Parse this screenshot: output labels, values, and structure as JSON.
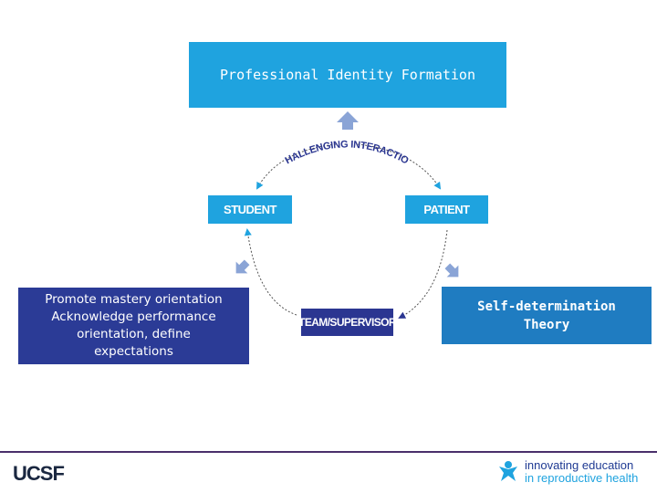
{
  "diagram": {
    "top_box": "Professional Identity Formation",
    "arc_label": "CHALLENGING INTERACTION",
    "nodes": {
      "student": "STUDENT",
      "patient": "PATIENT",
      "team": "TEAM/SUPERVISOR"
    },
    "left_box": {
      "lines": [
        "Promote mastery orientation",
        "Acknowledge performance",
        "orientation, define",
        "expectations"
      ]
    },
    "right_box": {
      "lines": [
        "Self-determination",
        "Theory"
      ]
    }
  },
  "footer": {
    "left_logo": "UCSF",
    "right_logo_line1": "innovating education",
    "right_logo_line2": "in reproductive health"
  },
  "colors": {
    "light_blue": "#1fa3df",
    "navy": "#2b3691",
    "mid_blue": "#1f7cc1",
    "arrow_fill": "#8aa4d6"
  }
}
